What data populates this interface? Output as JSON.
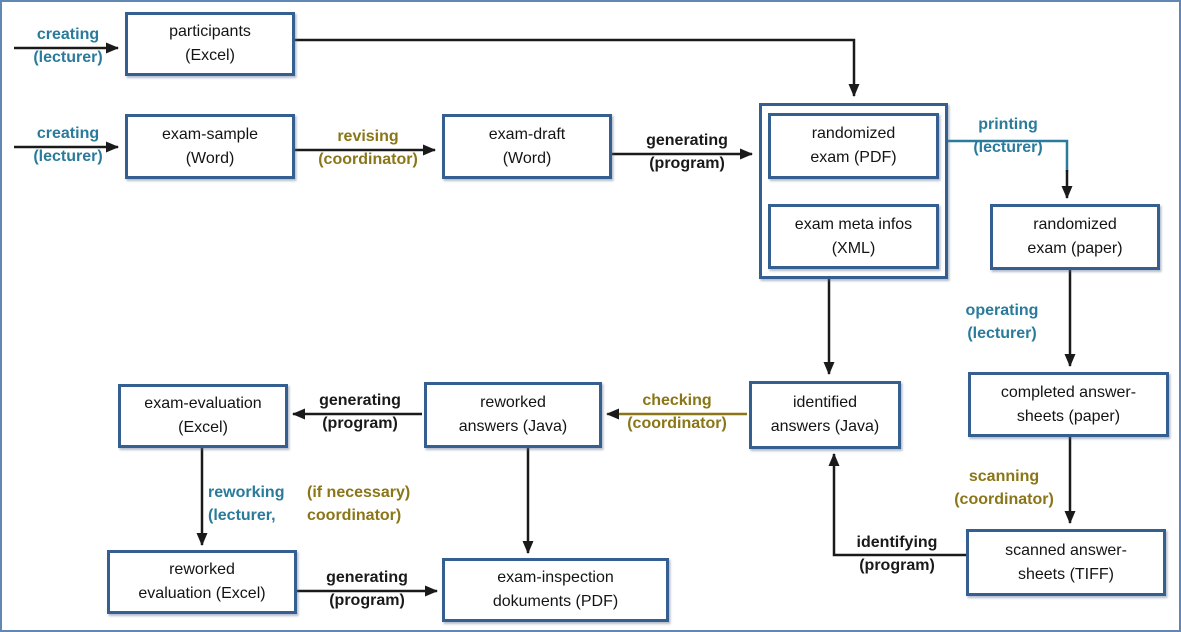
{
  "diagram": {
    "title": "exam workflow diagram",
    "colors": {
      "box_border": "#365f91",
      "outer_frame": "#6188b5",
      "lecturer_label": "#2a7b9b",
      "coordinator_label": "#8a7618",
      "program_label": "#1a1a1a",
      "arrow": "#1a1a1a",
      "background": "#ffffff"
    },
    "nodes": {
      "participants": {
        "line1": "participants",
        "line2": "(Excel)"
      },
      "exam_sample": {
        "line1": "exam-sample",
        "line2": "(Word)"
      },
      "exam_draft": {
        "line1": "exam-draft",
        "line2": "(Word)"
      },
      "randomized_exam_pdf": {
        "line1": "randomized",
        "line2": "exam (PDF)"
      },
      "exam_meta_infos": {
        "line1": "exam meta infos",
        "line2": "(XML)"
      },
      "randomized_exam_paper": {
        "line1": "randomized",
        "line2": "exam (paper)"
      },
      "completed_sheets": {
        "line1": "completed answer-",
        "line2": "sheets (paper)"
      },
      "scanned_sheets": {
        "line1": "scanned answer-",
        "line2": "sheets (TIFF)"
      },
      "identified_answers": {
        "line1": "identified",
        "line2": "answers (Java)"
      },
      "reworked_answers": {
        "line1": "reworked",
        "line2": "answers (Java)"
      },
      "exam_evaluation": {
        "line1": "exam-evaluation",
        "line2": "(Excel)"
      },
      "reworked_evaluation": {
        "line1": "reworked",
        "line2": "evaluation (Excel)"
      },
      "exam_inspection": {
        "line1": "exam-inspection",
        "line2": "dokuments (PDF)"
      }
    },
    "labels": {
      "creating_participants": {
        "line1": "creating",
        "line2": "(lecturer)"
      },
      "creating_sample": {
        "line1": "creating",
        "line2": "(lecturer)"
      },
      "revising": {
        "line1": "revising",
        "line2": "(coordinator)"
      },
      "generating_exam": {
        "line1": "generating",
        "line2": "(program)"
      },
      "printing": {
        "line1": "printing",
        "line2": "(lecturer)"
      },
      "operating": {
        "line1": "operating",
        "line2": "(lecturer)"
      },
      "scanning": {
        "line1": "scanning",
        "line2": "(coordinator)"
      },
      "identifying": {
        "line1": "identifying",
        "line2": "(program)"
      },
      "checking": {
        "line1": "checking",
        "line2": "(coordinator)"
      },
      "generating_evaluation": {
        "line1": "generating",
        "line2": "(program)"
      },
      "reworking": {
        "line1": "reworking",
        "line2": "(lecturer,"
      },
      "if_necessary": {
        "line1": "(if necessary)",
        "line2": "coordinator)"
      },
      "generating_inspection": {
        "line1": "generating",
        "line2": "(program)"
      }
    },
    "edges": [
      {
        "action": "creating",
        "actor": "lecturer",
        "from": "",
        "to": "participants"
      },
      {
        "action": "creating",
        "actor": "lecturer",
        "from": "",
        "to": "exam_sample"
      },
      {
        "action": "revising",
        "actor": "coordinator",
        "from": "exam_sample",
        "to": "exam_draft"
      },
      {
        "action": "generating",
        "actor": "program",
        "from": "exam_draft",
        "to": "randomized_exam_pdf"
      },
      {
        "action": "",
        "actor": "",
        "from": "participants",
        "to": "randomized_exam_group"
      },
      {
        "action": "printing",
        "actor": "lecturer",
        "from": "randomized_exam_pdf",
        "to": "randomized_exam_paper"
      },
      {
        "action": "",
        "actor": "",
        "from": "exam_meta_infos",
        "to": "identified_answers"
      },
      {
        "action": "operating",
        "actor": "lecturer",
        "from": "randomized_exam_paper",
        "to": "completed_sheets"
      },
      {
        "action": "scanning",
        "actor": "coordinator",
        "from": "completed_sheets",
        "to": "scanned_sheets"
      },
      {
        "action": "identifying",
        "actor": "program",
        "from": "scanned_sheets",
        "to": "identified_answers"
      },
      {
        "action": "checking",
        "actor": "coordinator",
        "from": "identified_answers",
        "to": "reworked_answers"
      },
      {
        "action": "generating",
        "actor": "program",
        "from": "reworked_answers",
        "to": "exam_evaluation"
      },
      {
        "action": "reworking",
        "actor": "lecturer, (if necessary) coordinator",
        "from": "exam_evaluation",
        "to": "reworked_evaluation"
      },
      {
        "action": "",
        "actor": "",
        "from": "reworked_answers",
        "to": "exam_inspection"
      },
      {
        "action": "generating",
        "actor": "program",
        "from": "reworked_evaluation",
        "to": "exam_inspection"
      }
    ]
  }
}
